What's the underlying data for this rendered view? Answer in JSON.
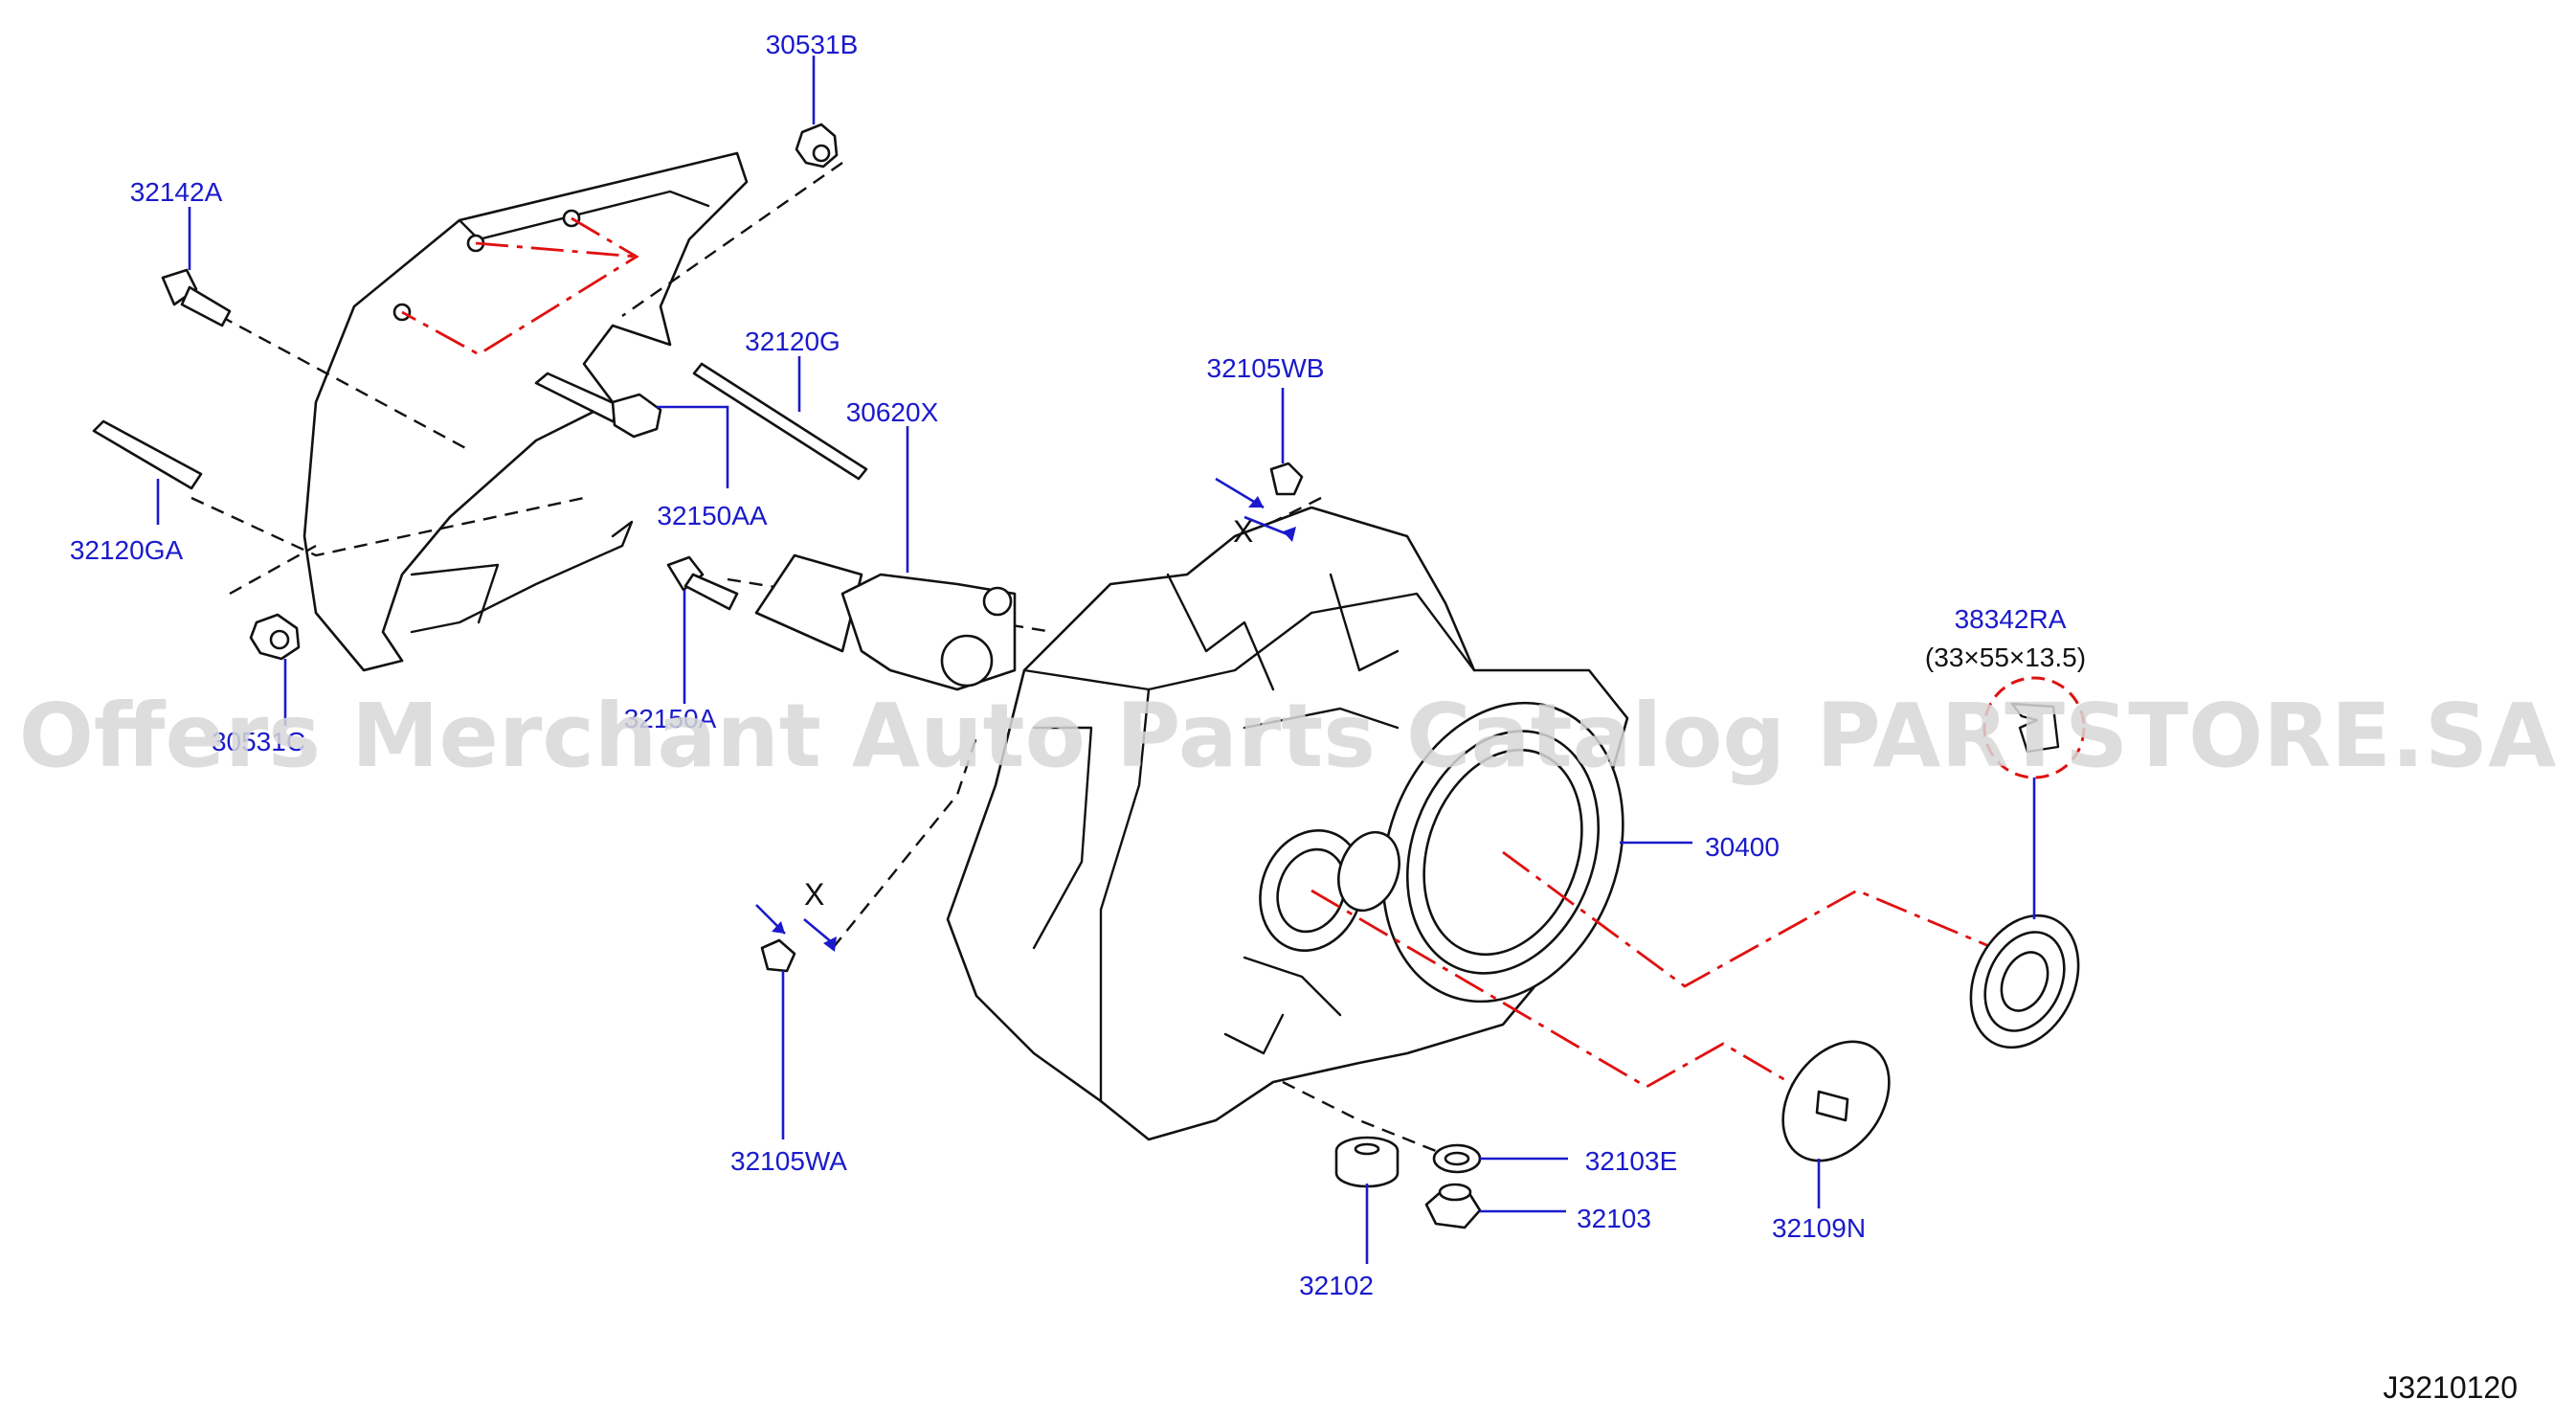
{
  "watermark": "Offers Merchant Auto Parts Catalog PARTSTORE.SA",
  "diagram_ref": "J3210120",
  "parts": {
    "p30531B": "30531B",
    "p32142A": "32142A",
    "p32120G": "32120G",
    "p32120GA": "32120GA",
    "p32150AA": "32150AA",
    "p30620X": "30620X",
    "p32105WB": "32105WB",
    "p32150A": "32150A",
    "p30531C": "30531C",
    "p38342RA": "38342RA",
    "p38342RA_size": "(33×55×13.5)",
    "p30400": "30400",
    "p32105WA": "32105WA",
    "p32103E": "32103E",
    "p32103": "32103",
    "p32102": "32102",
    "p32109N": "32109N"
  },
  "dimension_marks": {
    "x_top": "X",
    "x_left": "X"
  },
  "colors": {
    "label": "#1a1acc",
    "centerline": "#e01010",
    "line": "#111111"
  }
}
